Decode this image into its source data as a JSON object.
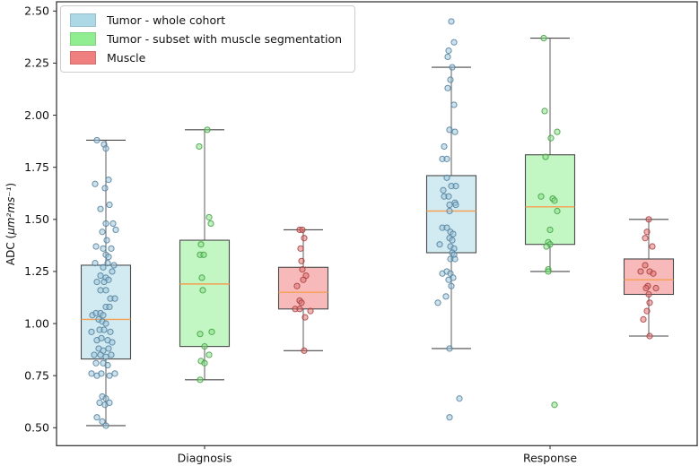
{
  "legend": {
    "items": [
      {
        "label": "Tumor - whole cohort",
        "color": "#add8e6"
      },
      {
        "label": "Tumor - subset with muscle segmentation",
        "color": "#90ee90"
      },
      {
        "label": "Muscle",
        "color": "#f08080"
      }
    ]
  },
  "chart_data": {
    "type": "boxplot",
    "title": "",
    "xlabel": "",
    "ylabel": "ADC (μm²ms⁻¹)",
    "ylabel_prefix": "ADC (",
    "ylabel_unit": "μm²ms⁻¹",
    "ylabel_suffix": ")",
    "ylim": [
      0.41,
      2.54
    ],
    "y_ticks": [
      0.5,
      0.75,
      1.0,
      1.25,
      1.5,
      1.75,
      2.0,
      2.25,
      2.5
    ],
    "grid": false,
    "legend_position": "upper left",
    "groups": [
      "Diagnosis",
      "Response"
    ],
    "series": [
      "Tumor - whole cohort",
      "Tumor - subset with muscle segmentation",
      "Muscle"
    ],
    "series_colors": [
      "#add8e6",
      "#90ee90",
      "#f08080"
    ],
    "median_color": "#f5a052",
    "boxes": [
      {
        "group": "Diagnosis",
        "series": "Tumor - whole cohort",
        "color": "#add8e6",
        "point_fill": "#9cc4d8",
        "point_edge": "#4f7e9c",
        "whisker_low": 0.51,
        "q1": 0.83,
        "median": 1.02,
        "q3": 1.28,
        "whisker_high": 1.88,
        "points": [
          [
            -10,
            1.88
          ],
          [
            -2,
            1.86
          ],
          [
            0,
            1.84
          ],
          [
            3,
            1.69
          ],
          [
            -12,
            1.67
          ],
          [
            -1,
            1.65
          ],
          [
            4,
            1.57
          ],
          [
            -6,
            1.55
          ],
          [
            0,
            1.48
          ],
          [
            8,
            1.48
          ],
          [
            11,
            1.45
          ],
          [
            -4,
            1.44
          ],
          [
            1,
            1.4
          ],
          [
            -11,
            1.37
          ],
          [
            -3,
            1.36
          ],
          [
            6,
            1.36
          ],
          [
            0,
            1.33
          ],
          [
            3,
            1.32
          ],
          [
            -12,
            1.29
          ],
          [
            2,
            1.29
          ],
          [
            9,
            1.28
          ],
          [
            -3,
            1.27
          ],
          [
            7,
            1.25
          ],
          [
            -6,
            1.23
          ],
          [
            0,
            1.22
          ],
          [
            -10,
            1.2
          ],
          [
            -2,
            1.2
          ],
          [
            3,
            1.21
          ],
          [
            -6,
            1.16
          ],
          [
            0,
            1.16
          ],
          [
            5,
            1.12
          ],
          [
            10,
            1.12
          ],
          [
            0,
            1.08
          ],
          [
            4,
            1.08
          ],
          [
            -15,
            1.04
          ],
          [
            -11,
            1.05
          ],
          [
            -6,
            1.05
          ],
          [
            -3,
            1.04
          ],
          [
            -8,
            1.02
          ],
          [
            -4,
            1.01
          ],
          [
            0,
            1.0
          ],
          [
            -16,
            0.96
          ],
          [
            -7,
            0.97
          ],
          [
            -2,
            0.97
          ],
          [
            5,
            0.96
          ],
          [
            -10,
            0.92
          ],
          [
            -5,
            0.93
          ],
          [
            2,
            0.92
          ],
          [
            7,
            0.91
          ],
          [
            -8,
            0.88
          ],
          [
            -3,
            0.87
          ],
          [
            3,
            0.88
          ],
          [
            -13,
            0.85
          ],
          [
            -6,
            0.85
          ],
          [
            0,
            0.84
          ],
          [
            6,
            0.85
          ],
          [
            -11,
            0.81
          ],
          [
            -3,
            0.81
          ],
          [
            2,
            0.8
          ],
          [
            -16,
            0.76
          ],
          [
            -10,
            0.75
          ],
          [
            -5,
            0.76
          ],
          [
            4,
            0.75
          ],
          [
            10,
            0.76
          ],
          [
            -4,
            0.65
          ],
          [
            0,
            0.64
          ],
          [
            -7,
            0.62
          ],
          [
            -1,
            0.61
          ],
          [
            4,
            0.62
          ],
          [
            -10,
            0.55
          ],
          [
            -4,
            0.53
          ],
          [
            0,
            0.51
          ]
        ]
      },
      {
        "group": "Diagnosis",
        "series": "Tumor - subset with muscle segmentation",
        "color": "#90ee90",
        "point_fill": "#86dd86",
        "point_edge": "#3f9e3f",
        "whisker_low": 0.73,
        "q1": 0.89,
        "median": 1.19,
        "q3": 1.4,
        "whisker_high": 1.93,
        "points": [
          [
            3,
            1.93
          ],
          [
            -6,
            1.85
          ],
          [
            5,
            1.51
          ],
          [
            7,
            1.48
          ],
          [
            -4,
            1.38
          ],
          [
            -5,
            1.33
          ],
          [
            -1,
            1.33
          ],
          [
            -3,
            1.22
          ],
          [
            -2,
            1.16
          ],
          [
            -5,
            0.95
          ],
          [
            8,
            0.96
          ],
          [
            0,
            0.89
          ],
          [
            5,
            0.85
          ],
          [
            -4,
            0.82
          ],
          [
            0,
            0.81
          ],
          [
            -5,
            0.73
          ]
        ]
      },
      {
        "group": "Diagnosis",
        "series": "Muscle",
        "color": "#f08080",
        "point_fill": "#db7070",
        "point_edge": "#a83c3c",
        "whisker_low": 0.87,
        "q1": 1.07,
        "median": 1.15,
        "q3": 1.27,
        "whisker_high": 1.45,
        "points": [
          [
            -4,
            1.45
          ],
          [
            1,
            1.41
          ],
          [
            -3,
            1.36
          ],
          [
            -2,
            1.3
          ],
          [
            -1,
            1.26
          ],
          [
            3,
            1.23
          ],
          [
            0,
            1.21
          ],
          [
            -7,
            1.18
          ],
          [
            -4,
            1.11
          ],
          [
            -2,
            1.1
          ],
          [
            -9,
            1.07
          ],
          [
            -4,
            1.07
          ],
          [
            8,
            1.06
          ],
          [
            2,
            1.03
          ],
          [
            -1,
            1.45
          ],
          [
            1,
            0.87
          ]
        ]
      },
      {
        "group": "Response",
        "series": "Tumor - whole cohort",
        "color": "#add8e6",
        "point_fill": "#9cc4d8",
        "point_edge": "#4f7e9c",
        "whisker_low": 0.88,
        "q1": 1.34,
        "median": 1.54,
        "q3": 1.71,
        "whisker_high": 2.23,
        "points": [
          [
            0,
            2.45
          ],
          [
            3,
            2.35
          ],
          [
            -3,
            2.31
          ],
          [
            -4,
            2.28
          ],
          [
            1,
            2.23
          ],
          [
            -1,
            2.17
          ],
          [
            -4,
            2.13
          ],
          [
            3,
            2.05
          ],
          [
            -2,
            1.93
          ],
          [
            4,
            1.92
          ],
          [
            -8,
            1.85
          ],
          [
            -10,
            1.79
          ],
          [
            -5,
            1.79
          ],
          [
            -5,
            1.7
          ],
          [
            5,
            1.66
          ],
          [
            0,
            1.66
          ],
          [
            -9,
            1.64
          ],
          [
            -8,
            1.61
          ],
          [
            -3,
            1.61
          ],
          [
            4,
            1.58
          ],
          [
            -2,
            1.57
          ],
          [
            5,
            1.57
          ],
          [
            -2,
            1.54
          ],
          [
            -10,
            1.46
          ],
          [
            -5,
            1.46
          ],
          [
            -1,
            1.44
          ],
          [
            2,
            1.43
          ],
          [
            -2,
            1.41
          ],
          [
            1,
            1.4
          ],
          [
            -13,
            1.38
          ],
          [
            -1,
            1.37
          ],
          [
            3,
            1.36
          ],
          [
            1,
            1.34
          ],
          [
            3,
            1.33
          ],
          [
            -1,
            1.31
          ],
          [
            4,
            1.31
          ],
          [
            -10,
            1.24
          ],
          [
            -5,
            1.25
          ],
          [
            -1,
            1.24
          ],
          [
            -3,
            1.21
          ],
          [
            2,
            1.22
          ],
          [
            0,
            1.18
          ],
          [
            -15,
            1.1
          ],
          [
            -6,
            1.13
          ],
          [
            -2,
            0.88
          ],
          [
            9,
            0.64
          ],
          [
            -2,
            0.55
          ]
        ]
      },
      {
        "group": "Response",
        "series": "Tumor - subset with muscle segmentation",
        "color": "#90ee90",
        "point_fill": "#86dd86",
        "point_edge": "#3f9e3f",
        "whisker_low": 1.25,
        "q1": 1.38,
        "median": 1.56,
        "q3": 1.81,
        "whisker_high": 2.37,
        "points": [
          [
            -7,
            2.37
          ],
          [
            -6,
            2.02
          ],
          [
            8,
            1.92
          ],
          [
            1,
            1.89
          ],
          [
            -5,
            1.8
          ],
          [
            -10,
            1.61
          ],
          [
            3,
            1.6
          ],
          [
            5,
            1.59
          ],
          [
            8,
            1.54
          ],
          [
            0,
            1.45
          ],
          [
            -2,
            1.39
          ],
          [
            0,
            1.38
          ],
          [
            -4,
            1.37
          ],
          [
            -2,
            1.26
          ],
          [
            -2,
            1.25
          ],
          [
            5,
            0.61
          ]
        ]
      },
      {
        "group": "Response",
        "series": "Muscle",
        "color": "#f08080",
        "point_fill": "#db7070",
        "point_edge": "#a83c3c",
        "whisker_low": 0.94,
        "q1": 1.14,
        "median": 1.21,
        "q3": 1.31,
        "whisker_high": 1.5,
        "points": [
          [
            0,
            1.5
          ],
          [
            -2,
            1.44
          ],
          [
            -4,
            1.41
          ],
          [
            4,
            1.37
          ],
          [
            -4,
            1.28
          ],
          [
            -9,
            1.25
          ],
          [
            1,
            1.25
          ],
          [
            5,
            1.24
          ],
          [
            -1,
            1.18
          ],
          [
            -3,
            1.17
          ],
          [
            8,
            1.17
          ],
          [
            0,
            1.14
          ],
          [
            1,
            1.1
          ],
          [
            -2,
            1.06
          ],
          [
            -6,
            1.02
          ],
          [
            1,
            0.94
          ]
        ]
      }
    ]
  }
}
